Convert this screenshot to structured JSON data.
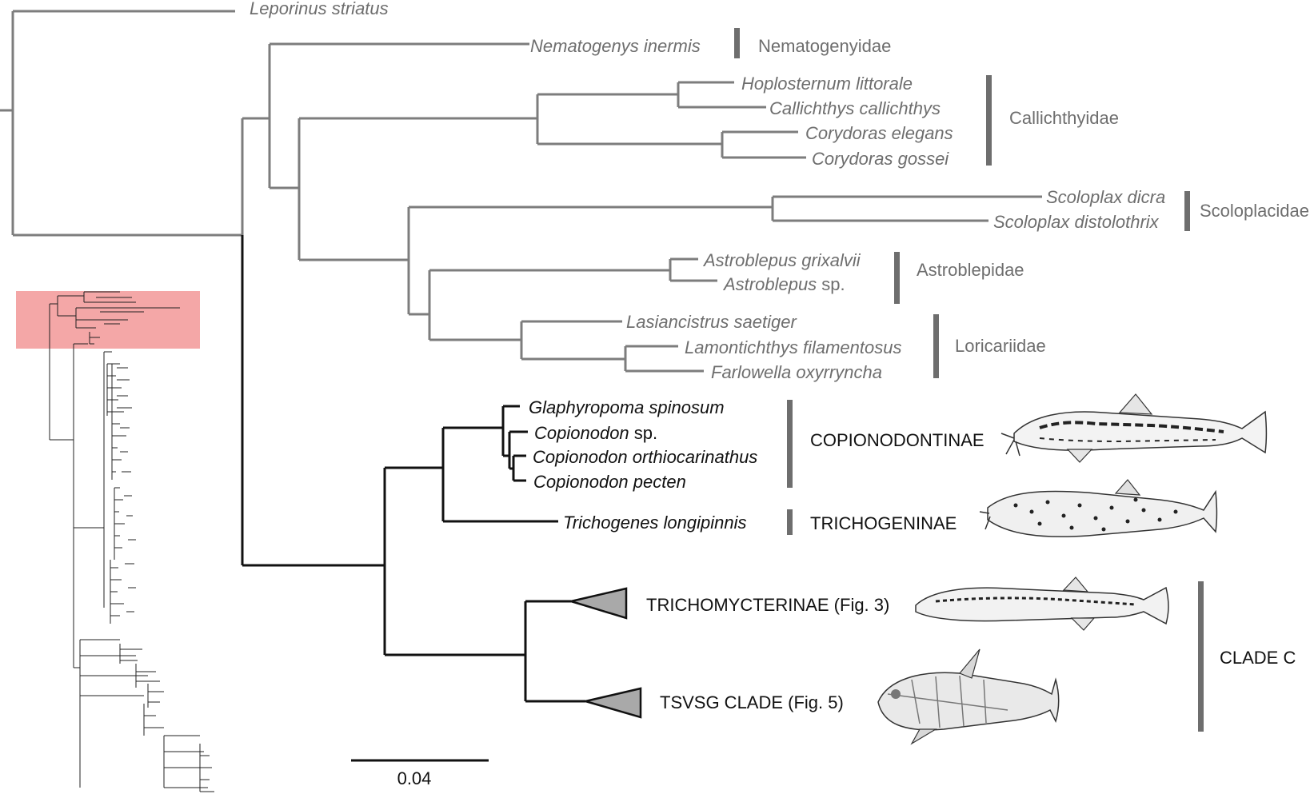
{
  "taxa": {
    "leporinus": {
      "genus": "Leporinus striatus",
      "suffix": ""
    },
    "nematogenys": {
      "genus": "Nematogenys inermis",
      "suffix": ""
    },
    "hoplosternum": {
      "genus": "Hoplosternum littorale",
      "suffix": ""
    },
    "callichthys": {
      "genus": "Callichthys callichthys",
      "suffix": ""
    },
    "cory_elegans": {
      "genus": "Corydoras elegans",
      "suffix": ""
    },
    "cory_gossei": {
      "genus": "Corydoras gossei",
      "suffix": ""
    },
    "scolo_dicra": {
      "genus": "Scoloplax dicra",
      "suffix": ""
    },
    "scolo_disto": {
      "genus": "Scoloplax distolothrix",
      "suffix": ""
    },
    "astro_grix": {
      "genus": "Astroblepus grixalvii",
      "suffix": ""
    },
    "astro_sp": {
      "genus": "Astroblepus",
      "suffix": " sp."
    },
    "lasianc": {
      "genus": "Lasiancistrus saetiger",
      "suffix": ""
    },
    "lamont": {
      "genus": "Lamontichthys filamentosus",
      "suffix": ""
    },
    "farlow": {
      "genus": "Farlowella oxyrryncha",
      "suffix": ""
    },
    "glaphyr": {
      "genus": "Glaphyropoma spinosum",
      "suffix": ""
    },
    "copio_sp": {
      "genus": "Copionodon",
      "suffix": " sp."
    },
    "copio_orth": {
      "genus": "Copionodon orthiocarinathus",
      "suffix": ""
    },
    "copio_pect": {
      "genus": "Copionodon pecten",
      "suffix": ""
    },
    "trichog": {
      "genus": "Trichogenes longipinnis",
      "suffix": ""
    }
  },
  "families": {
    "nematogenyidae": "Nematogenyidae",
    "callichthyidae": "Callichthyidae",
    "scoloplacidae": "Scoloplacidae",
    "astroblepidae": "Astroblepidae",
    "loricariidae": "Loricariidae",
    "copionodontinae": "COPIONODONTINAE",
    "trichogeninae": "TRICHOGENINAE",
    "clade_c": "CLADE C"
  },
  "collapsed": {
    "trichomycterinae": "TRICHOMYCTERINAE (Fig. 3)",
    "tsvsg": "TSVSG CLADE (Fig. 5)"
  },
  "scale_bar": {
    "label": "0.04",
    "value": 0.04
  },
  "colors": {
    "outgroup_branches": "#7d7d7d",
    "ingroup_branches": "#111111",
    "highlight_box": "#f4a7a7",
    "collapsed_triangle": "#a9a9a9"
  }
}
